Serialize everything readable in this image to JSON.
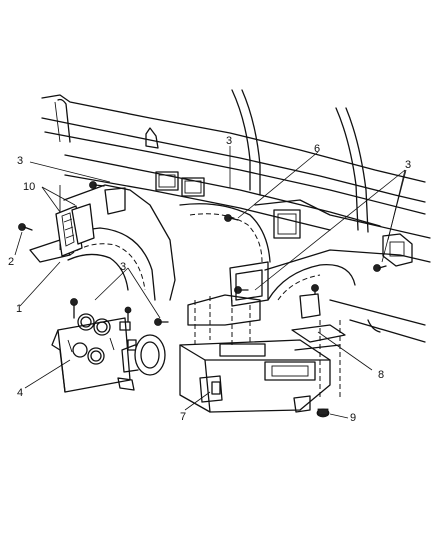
{
  "callouts": {
    "c1": "1",
    "c2": "2",
    "c3a": "3",
    "c3b": "3",
    "c3c": "3",
    "c3d": "3",
    "c4": "4",
    "c6": "6",
    "c7": "7",
    "c8": "8",
    "c9": "9",
    "c10": "10"
  }
}
